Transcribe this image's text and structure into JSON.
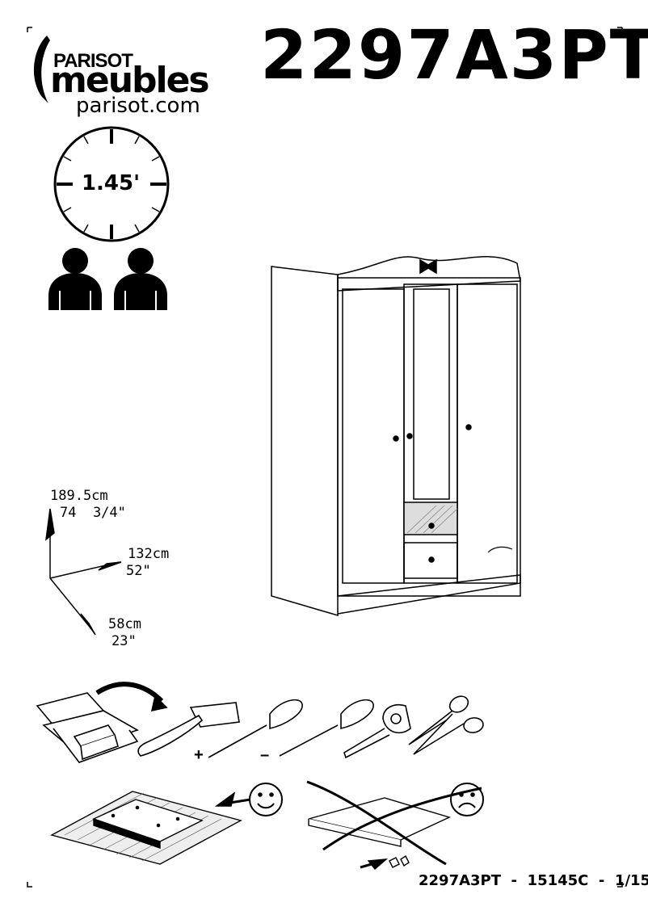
{
  "header": {
    "brand_line1": "PARISOT",
    "brand_line2": "meubles",
    "website": "parisot.com",
    "product_code": "2297A3PT"
  },
  "assembly": {
    "time_label": "1.45'",
    "persons_required": 2
  },
  "dimensions": {
    "height_cm": "189.5cm",
    "height_in": "74  3/4\"",
    "width_cm": "132cm",
    "width_in": "52\"",
    "depth_cm": "58cm",
    "depth_in": "23\""
  },
  "tools": {
    "plus_sign": "+",
    "minus_sign": "–"
  },
  "footer": {
    "reference": "2297A3PT  -  15145C  -  1/15"
  }
}
